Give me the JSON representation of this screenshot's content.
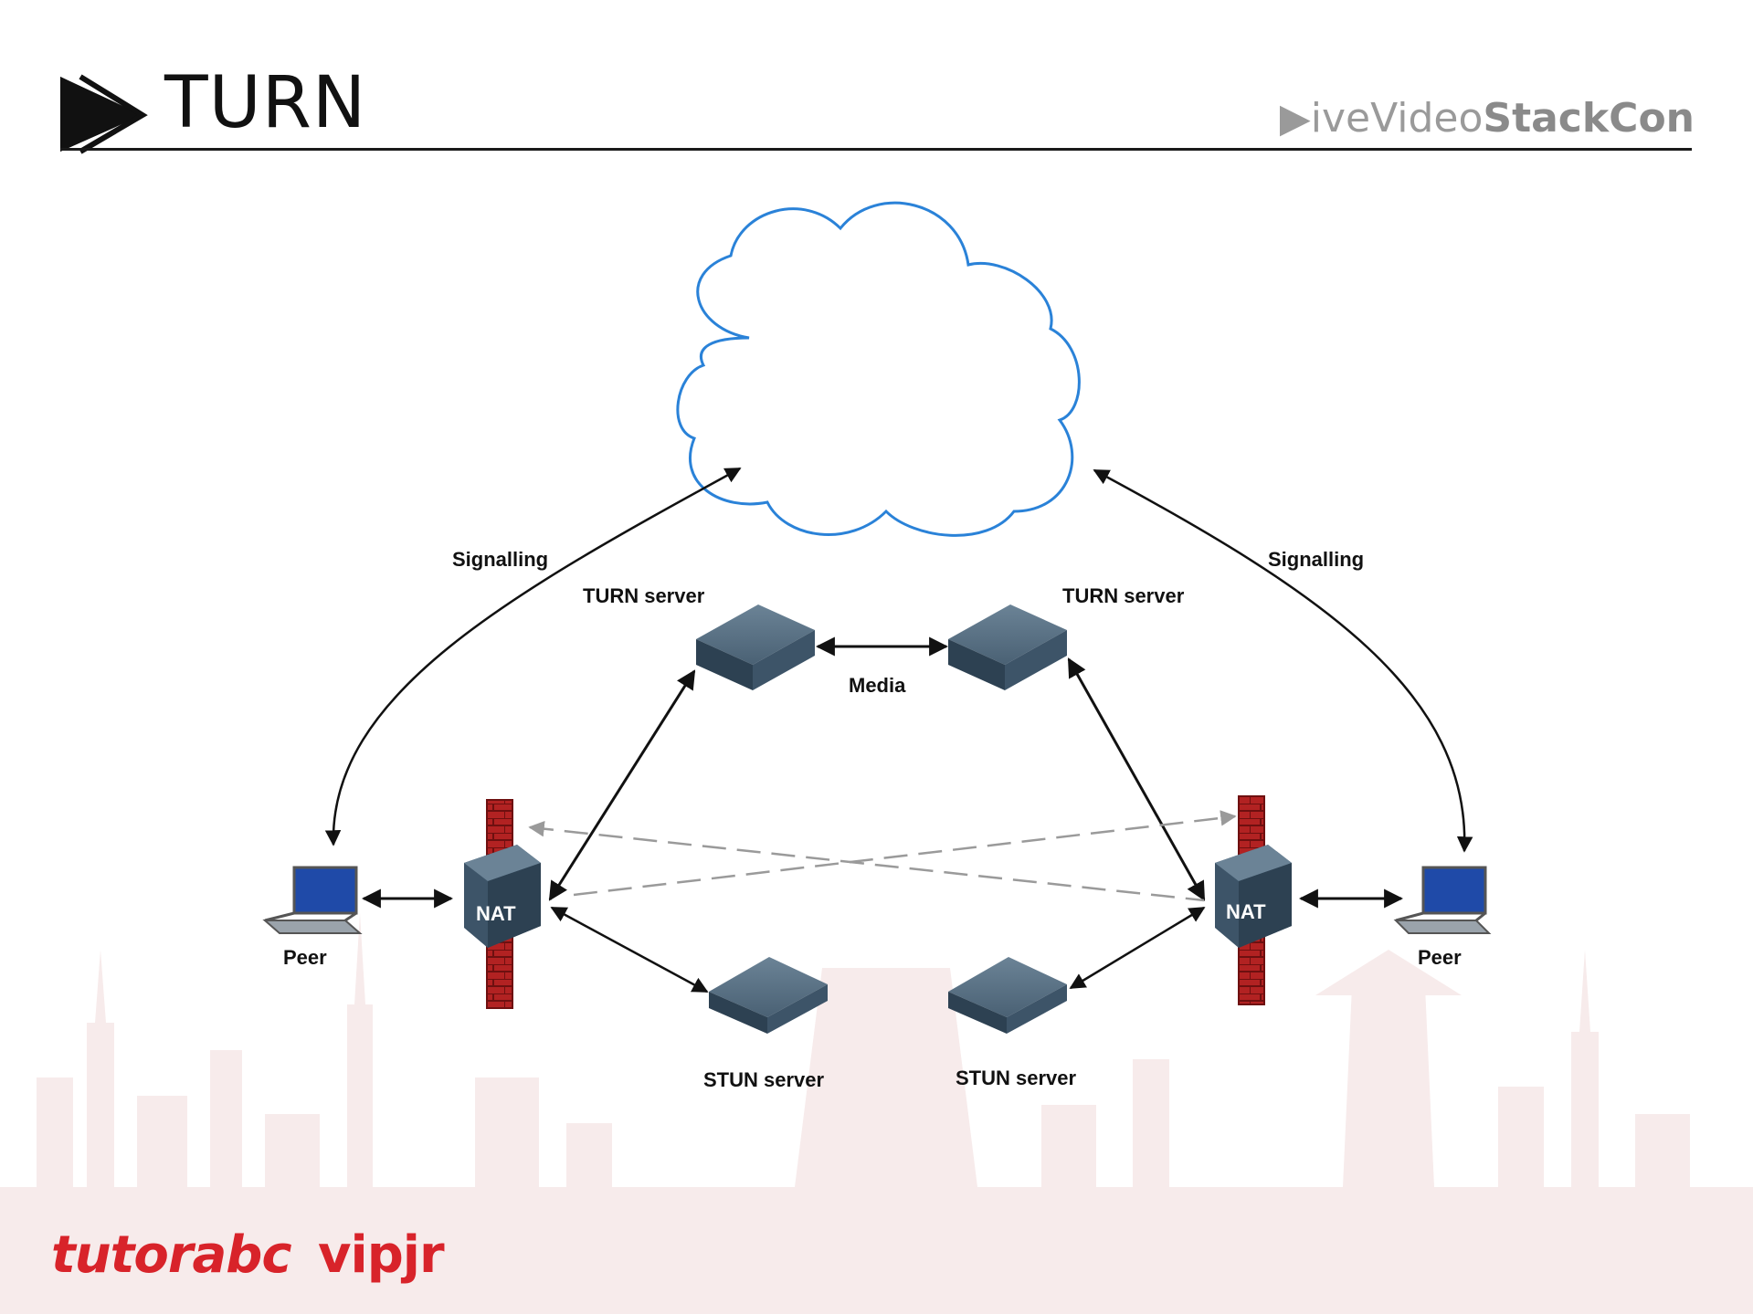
{
  "slide": {
    "title": "TURN",
    "brand": {
      "prefix": "iveVideo",
      "strong": "StackCon"
    }
  },
  "diagram": {
    "labels": {
      "signalling_left": "Signalling",
      "signalling_right": "Signalling",
      "turn_left": "TURN server",
      "turn_right": "TURN server",
      "media": "Media",
      "stun_left": "STUN server",
      "stun_right": "STUN server",
      "peer_left": "Peer",
      "peer_right": "Peer",
      "nat_left": "NAT",
      "nat_right": "NAT"
    },
    "colors": {
      "cloud_stroke": "#2a82d8",
      "firewall": "#b22222",
      "server": "#3d5468",
      "arrow": "#111111",
      "dashed": "#9a9a9a"
    }
  },
  "logos": {
    "tutorabc": "tutorabc",
    "vipjr": "vipjr"
  },
  "icons": [
    "title-arrow-icon",
    "cloud-icon",
    "server-icon",
    "firewall-icon",
    "nat-device-icon",
    "laptop-icon"
  ]
}
